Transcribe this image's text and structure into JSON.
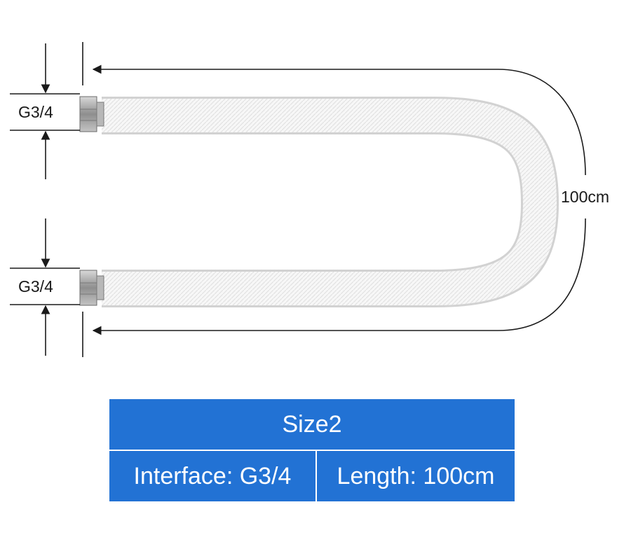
{
  "diagram": {
    "labels": {
      "interface_top": "G3/4",
      "interface_bottom": "G3/4",
      "length": "100cm"
    },
    "colors": {
      "hose": "#f6f6f6",
      "hose_texture": "#dcdcdc",
      "nut": "#a9a9a9",
      "dimension_line": "#1a1a1a"
    }
  },
  "spec_table": {
    "title": "Size2",
    "interface": "Interface: G3/4",
    "length": "Length: 100cm",
    "background": "#2272d4"
  }
}
